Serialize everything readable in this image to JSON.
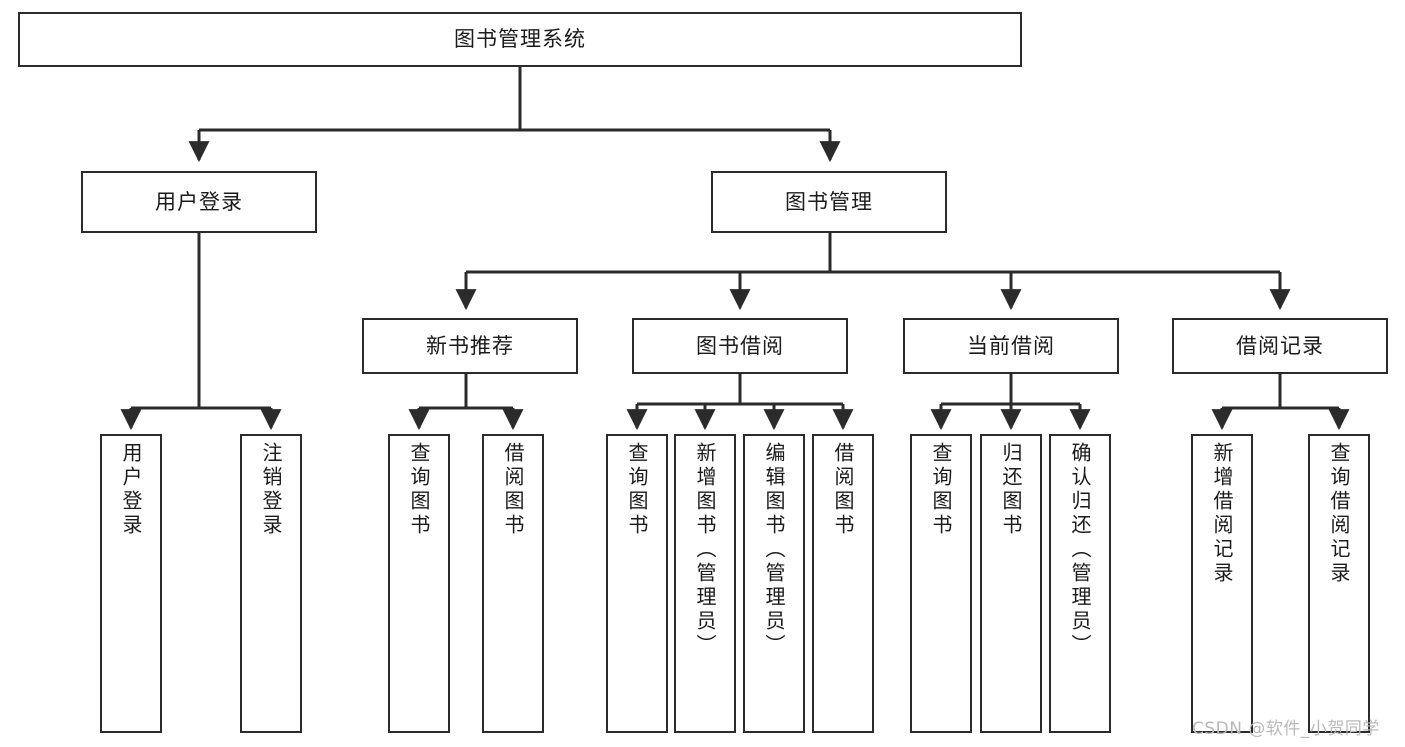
{
  "diagram": {
    "type": "tree-hierarchy-diagram",
    "title": "图书管理系统",
    "watermark": "CSDN @软件_小贺同学",
    "colors": {
      "background": "#ffffff",
      "border": "#2b2b2b",
      "text": "#1b1b1b",
      "connector": "#2b2b2b",
      "watermark": "#b9b9b9"
    },
    "nodes": {
      "root": {
        "label": "图书管理系统"
      },
      "level2": [
        {
          "id": "user-login",
          "label": "用户登录"
        },
        {
          "id": "book-management",
          "label": "图书管理"
        }
      ],
      "level3": [
        {
          "id": "new-book-recommend",
          "label": "新书推荐"
        },
        {
          "id": "book-borrow",
          "label": "图书借阅"
        },
        {
          "id": "current-borrow",
          "label": "当前借阅"
        },
        {
          "id": "borrow-record",
          "label": "借阅记录"
        }
      ],
      "leaves": {
        "user-login": [
          {
            "id": "leaf-user-login",
            "label": "用户登录"
          },
          {
            "id": "leaf-logout",
            "label": "注销登录"
          }
        ],
        "new-book-recommend": [
          {
            "id": "leaf-query-book-1",
            "label": "查询图书"
          },
          {
            "id": "leaf-borrow-book-1",
            "label": "借阅图书"
          }
        ],
        "book-borrow": [
          {
            "id": "leaf-query-book-2",
            "label": "查询图书"
          },
          {
            "id": "leaf-add-book",
            "label": "新增图书（管理员）"
          },
          {
            "id": "leaf-edit-book",
            "label": "编辑图书（管理员）"
          },
          {
            "id": "leaf-borrow-book-2",
            "label": "借阅图书"
          }
        ],
        "current-borrow": [
          {
            "id": "leaf-query-book-3",
            "label": "查询图书"
          },
          {
            "id": "leaf-return-book",
            "label": "归还图书"
          },
          {
            "id": "leaf-confirm-return",
            "label": "确认归还（管理员）"
          }
        ],
        "borrow-record": [
          {
            "id": "leaf-add-record",
            "label": "新增借阅记录"
          },
          {
            "id": "leaf-query-record",
            "label": "查询借阅记录"
          }
        ]
      }
    }
  }
}
